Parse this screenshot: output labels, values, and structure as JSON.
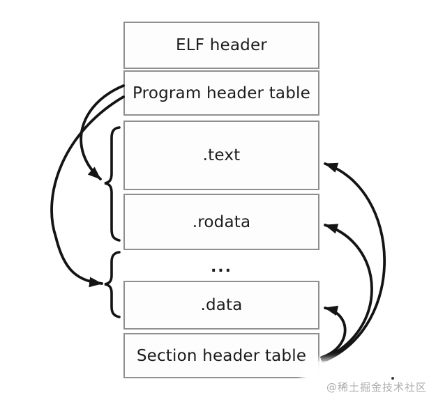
{
  "diagram": {
    "boxes": [
      {
        "label": "ELF header"
      },
      {
        "label": "Program header table"
      },
      {
        "label": ".text"
      },
      {
        "label": ".rodata"
      },
      {
        "label": ".data"
      },
      {
        "label": "Section header table"
      }
    ],
    "ellipsis": "...",
    "watermark": "@稀土掘金技术社区",
    "colors": {
      "background": "#ffffff",
      "box_fill": "#fdfdfd",
      "box_border": "#8f8f8f",
      "text": "#1c1c1c",
      "arrow": "#141414",
      "watermark_text": "#adadad"
    }
  }
}
